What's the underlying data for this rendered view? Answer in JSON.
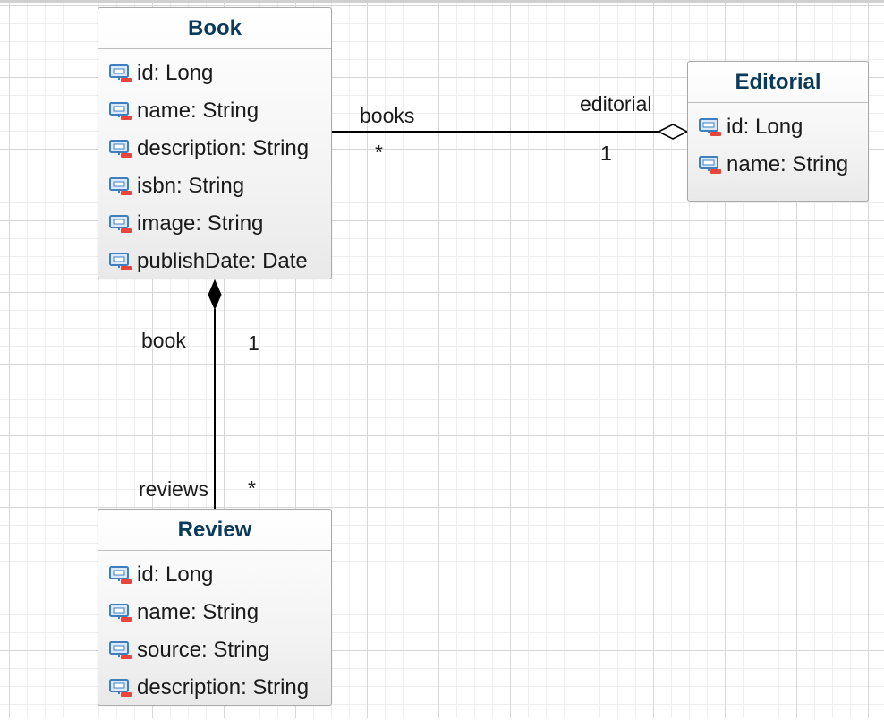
{
  "classes": {
    "book": {
      "name": "Book",
      "attributes": [
        "id: Long",
        "name: String",
        "description: String",
        "isbn: String",
        "image: String",
        "publishDate: Date"
      ]
    },
    "editorial": {
      "name": "Editorial",
      "attributes": [
        "id: Long",
        "name: String"
      ]
    },
    "review": {
      "name": "Review",
      "attributes": [
        "id: Long",
        "name: String",
        "source: String",
        "description: String"
      ]
    }
  },
  "associations": {
    "book_editorial": {
      "kind": "aggregation",
      "book_end_role": "books",
      "book_end_multiplicity": "*",
      "editorial_end_role": "editorial",
      "editorial_end_multiplicity": "1"
    },
    "book_review": {
      "kind": "composition",
      "book_end_role": "book",
      "book_end_multiplicity": "1",
      "review_end_role": "reviews",
      "review_end_multiplicity": "*"
    }
  },
  "colors": {
    "class_title": "#0b3a5b",
    "icon_monitor": "#3d7fc1",
    "icon_badge": "#e8463a"
  },
  "icons": {
    "attribute": "private-attribute-icon"
  }
}
